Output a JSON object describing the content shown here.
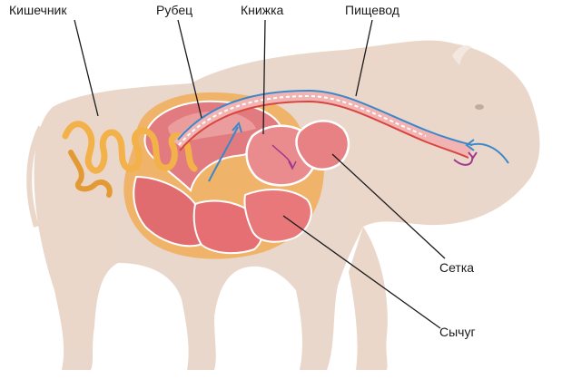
{
  "labels": {
    "kishechnik": "Кишечник",
    "rubets": "Рубец",
    "knizhka": "Книжка",
    "pishchevod": "Пищевод",
    "setka": "Сетка",
    "sychug": "Сычуг"
  },
  "colors": {
    "body_silhouette": "#d9b7a0",
    "stomach_outer": "#f0b36a",
    "rumen": "#e27b7f",
    "rumen_light": "#f2b4b3",
    "intestine": "#f3b14a",
    "esophagus_blue": "#3b87c9",
    "esophagus_red": "#d8453f",
    "flow_arrow": "#3b87c9",
    "pointer_line": "#1a1a1a"
  }
}
